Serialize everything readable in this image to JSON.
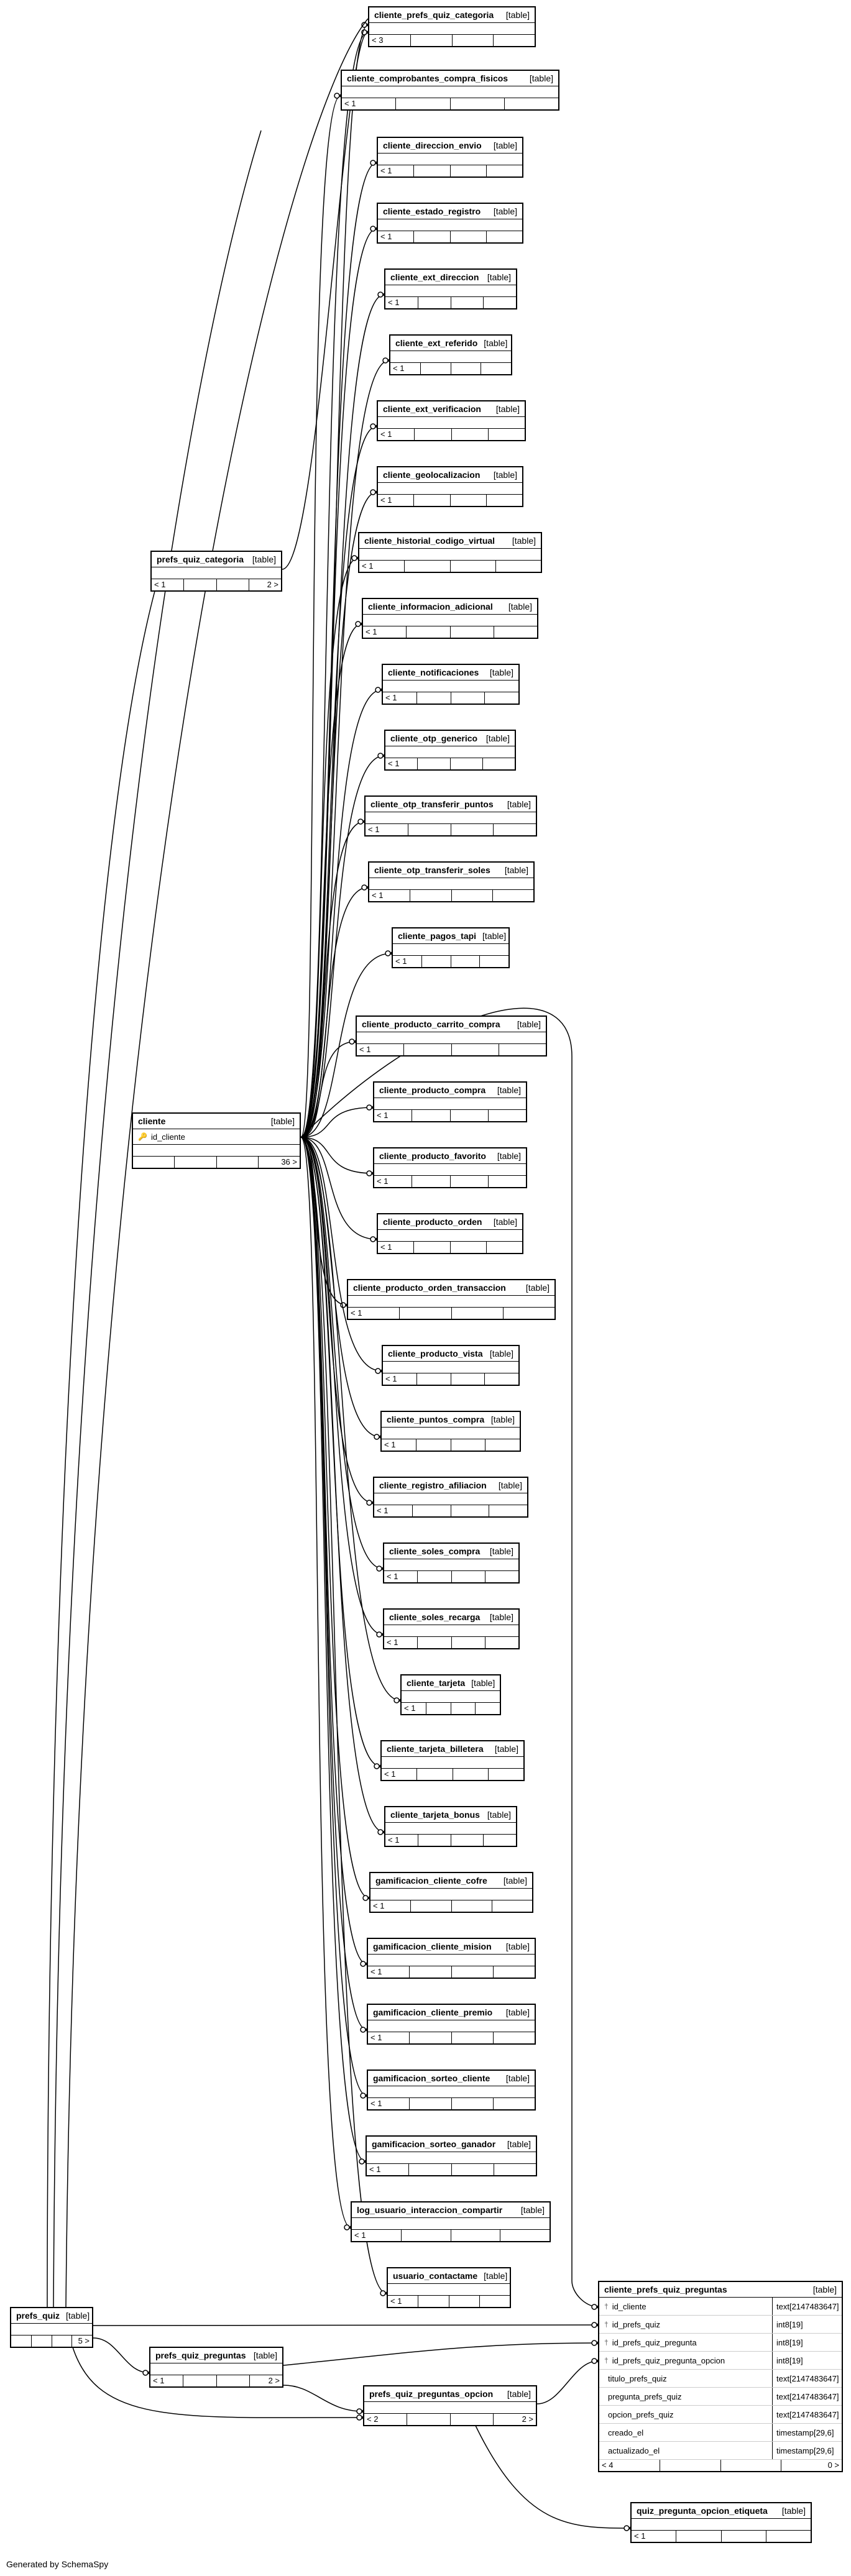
{
  "footer_text": "Generated by SchemaSpy",
  "relationships_note": "",
  "tables": [
    {
      "name": "cliente_prefs_quiz_categoria",
      "kind": "[table]",
      "parents": "< 3",
      "children": ""
    },
    {
      "name": "cliente_comprobantes_compra_fisicos",
      "kind": "[table]",
      "parents": "< 1",
      "children": ""
    },
    {
      "name": "cliente_direccion_envio",
      "kind": "[table]",
      "parents": "< 1",
      "children": ""
    },
    {
      "name": "cliente_estado_registro",
      "kind": "[table]",
      "parents": "< 1",
      "children": ""
    },
    {
      "name": "cliente_ext_direccion",
      "kind": "[table]",
      "parents": "< 1",
      "children": ""
    },
    {
      "name": "cliente_ext_referido",
      "kind": "[table]",
      "parents": "< 1",
      "children": ""
    },
    {
      "name": "cliente_ext_verificacion",
      "kind": "[table]",
      "parents": "< 1",
      "children": ""
    },
    {
      "name": "cliente_geolocalizacion",
      "kind": "[table]",
      "parents": "< 1",
      "children": ""
    },
    {
      "name": "cliente_historial_codigo_virtual",
      "kind": "[table]",
      "parents": "< 1",
      "children": ""
    },
    {
      "name": "cliente_informacion_adicional",
      "kind": "[table]",
      "parents": "< 1",
      "children": ""
    },
    {
      "name": "cliente_notificaciones",
      "kind": "[table]",
      "parents": "< 1",
      "children": ""
    },
    {
      "name": "cliente_otp_generico",
      "kind": "[table]",
      "parents": "< 1",
      "children": ""
    },
    {
      "name": "cliente_otp_transferir_puntos",
      "kind": "[table]",
      "parents": "< 1",
      "children": ""
    },
    {
      "name": "cliente_otp_transferir_soles",
      "kind": "[table]",
      "parents": "< 1",
      "children": ""
    },
    {
      "name": "cliente_pagos_tapi",
      "kind": "[table]",
      "parents": "< 1",
      "children": ""
    },
    {
      "name": "cliente_producto_carrito_compra",
      "kind": "[table]",
      "parents": "< 1",
      "children": ""
    },
    {
      "name": "cliente_producto_compra",
      "kind": "[table]",
      "parents": "< 1",
      "children": ""
    },
    {
      "name": "cliente_producto_favorito",
      "kind": "[table]",
      "parents": "< 1",
      "children": ""
    },
    {
      "name": "cliente_producto_orden",
      "kind": "[table]",
      "parents": "< 1",
      "children": ""
    },
    {
      "name": "cliente_producto_orden_transaccion",
      "kind": "[table]",
      "parents": "< 1",
      "children": ""
    },
    {
      "name": "cliente_producto_vista",
      "kind": "[table]",
      "parents": "< 1",
      "children": ""
    },
    {
      "name": "cliente_puntos_compra",
      "kind": "[table]",
      "parents": "< 1",
      "children": ""
    },
    {
      "name": "cliente_registro_afiliacion",
      "kind": "[table]",
      "parents": "< 1",
      "children": ""
    },
    {
      "name": "cliente_soles_compra",
      "kind": "[table]",
      "parents": "< 1",
      "children": ""
    },
    {
      "name": "cliente_soles_recarga",
      "kind": "[table]",
      "parents": "< 1",
      "children": ""
    },
    {
      "name": "cliente_tarjeta",
      "kind": "[table]",
      "parents": "< 1",
      "children": ""
    },
    {
      "name": "cliente_tarjeta_billetera",
      "kind": "[table]",
      "parents": "< 1",
      "children": ""
    },
    {
      "name": "cliente_tarjeta_bonus",
      "kind": "[table]",
      "parents": "< 1",
      "children": ""
    },
    {
      "name": "gamificacion_cliente_cofre",
      "kind": "[table]",
      "parents": "< 1",
      "children": ""
    },
    {
      "name": "gamificacion_cliente_mision",
      "kind": "[table]",
      "parents": "< 1",
      "children": ""
    },
    {
      "name": "gamificacion_cliente_premio",
      "kind": "[table]",
      "parents": "< 1",
      "children": ""
    },
    {
      "name": "gamificacion_sorteo_cliente",
      "kind": "[table]",
      "parents": "< 1",
      "children": ""
    },
    {
      "name": "gamificacion_sorteo_ganador",
      "kind": "[table]",
      "parents": "< 1",
      "children": ""
    },
    {
      "name": "log_usuario_interaccion_compartir",
      "kind": "[table]",
      "parents": "< 1",
      "children": ""
    },
    {
      "name": "usuario_contactame",
      "kind": "[table]",
      "parents": "< 1",
      "children": ""
    },
    {
      "name": "prefs_quiz_categoria",
      "kind": "[table]",
      "parents": "< 1",
      "children": "2 >"
    },
    {
      "name": "cliente",
      "kind": "[table]",
      "parents": "",
      "children": "36 >"
    },
    {
      "name": "prefs_quiz",
      "kind": "[table]",
      "parents": "",
      "children": "5 >"
    },
    {
      "name": "prefs_quiz_preguntas",
      "kind": "[table]",
      "parents": "< 1",
      "children": "2 >"
    },
    {
      "name": "prefs_quiz_preguntas_opcion",
      "kind": "[table]",
      "parents": "< 2",
      "children": "2 >"
    },
    {
      "name": "quiz_pregunta_opcion_etiqueta",
      "kind": "[table]",
      "parents": "< 1",
      "children": ""
    },
    {
      "name": "cliente_prefs_quiz_preguntas",
      "kind": "[table]",
      "parents": "< 4",
      "children": "0 >"
    }
  ],
  "cliente_columns": [
    {
      "name": "id_cliente",
      "key": "🔑"
    }
  ],
  "cpqp_columns": [
    {
      "name": "id_cliente",
      "type": "text[2147483647]",
      "marker": "†"
    },
    {
      "name": "id_prefs_quiz",
      "type": "int8[19]",
      "marker": "†"
    },
    {
      "name": "id_prefs_quiz_pregunta",
      "type": "int8[19]",
      "marker": "†"
    },
    {
      "name": "id_prefs_quiz_pregunta_opcion",
      "type": "int8[19]",
      "marker": "†"
    },
    {
      "name": "titulo_prefs_quiz",
      "type": "text[2147483647]",
      "marker": ""
    },
    {
      "name": "pregunta_prefs_quiz",
      "type": "text[2147483647]",
      "marker": ""
    },
    {
      "name": "opcion_prefs_quiz",
      "type": "text[2147483647]",
      "marker": ""
    },
    {
      "name": "creado_el",
      "type": "timestamp[29,6]",
      "marker": ""
    },
    {
      "name": "actualizado_el",
      "type": "timestamp[29,6]",
      "marker": ""
    }
  ],
  "colors": {
    "line": "#000000",
    "header_bg": "#ffffff",
    "key": "#b8860b"
  }
}
